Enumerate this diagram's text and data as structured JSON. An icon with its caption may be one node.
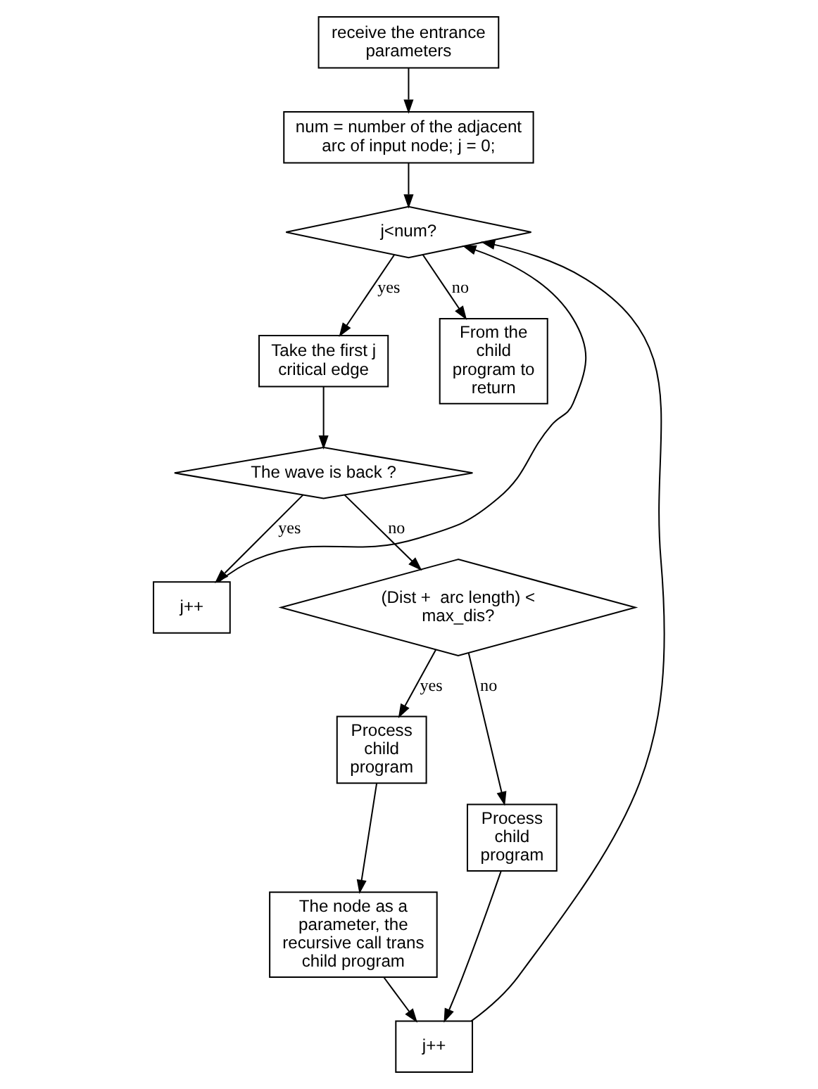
{
  "diagram": {
    "nodes": [
      {
        "text": [
          "receive the entrance parameters"
        ]
      },
      {
        "text": [
          "num = number of the adjacent arc of input node; j = 0;"
        ]
      },
      {
        "text": [
          "j<num?"
        ]
      },
      {
        "text": [
          "Take the first j critical edge"
        ]
      },
      {
        "text": [
          "j++"
        ]
      },
      {
        "text": [
          "From the child program to return"
        ]
      },
      {
        "text": [
          "The wave is back ?"
        ]
      },
      {
        "text": [
          "(Dist +  arc length) < max_dis?"
        ]
      },
      {
        "text": [
          "Process child program"
        ]
      },
      {
        "text": [
          "The node as a parameter, the recursive call trans child program"
        ]
      },
      {
        "text": [
          "Process child program"
        ]
      },
      {
        "text": [
          "j++"
        ]
      }
    ],
    "edges": [
      {
        "from": 0,
        "to": 1,
        "arrow": "to"
      },
      {
        "from": 1,
        "to": 2,
        "arrow": "to"
      },
      {
        "from": 2,
        "to": 3,
        "arrow": "to",
        "label": "yes"
      },
      {
        "from": 2,
        "to": 5,
        "arrow": "to",
        "label": "no"
      },
      {
        "from": 3,
        "to": 6,
        "arrow": "to"
      },
      {
        "from": 6,
        "to": 4,
        "arrow": "to",
        "label": "yes"
      },
      {
        "from": 4,
        "to": 2,
        "arrow": "to"
      },
      {
        "from": 6,
        "to": 7,
        "arrow": "to",
        "label": "no"
      },
      {
        "from": 7,
        "to": 8,
        "arrow": "to",
        "label": "yes"
      },
      {
        "from": 7,
        "to": 10,
        "arrow": "to",
        "label": "no"
      },
      {
        "from": 8,
        "to": 9,
        "arrow": "to"
      },
      {
        "from": 9,
        "to": 11,
        "arrow": "to"
      },
      {
        "from": 10,
        "to": 11,
        "arrow": "to"
      },
      {
        "from": 11,
        "to": 2,
        "arrow": "to"
      }
    ]
  }
}
